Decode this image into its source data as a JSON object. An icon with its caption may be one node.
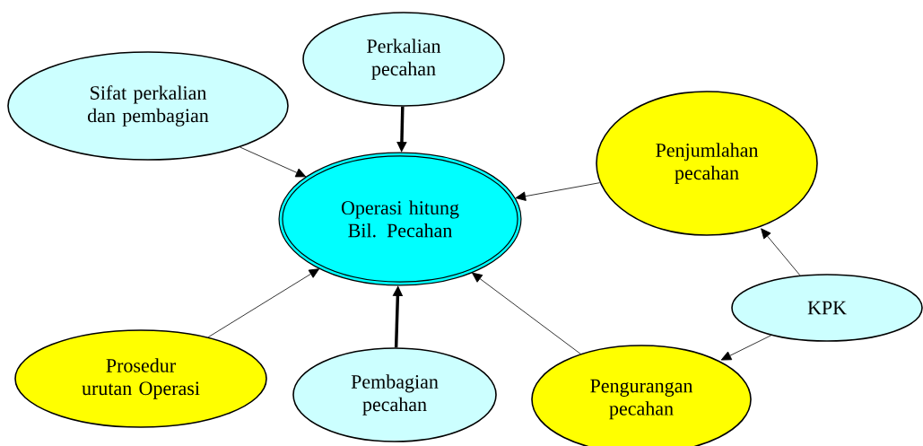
{
  "diagram": {
    "nodes": [
      {
        "text": [
          "Perkalian pecahan"
        ]
      },
      {
        "text": [
          "Sifat perkalian dan pembagian"
        ]
      },
      {
        "text": [
          "Penjumlahan pecahan"
        ]
      },
      {
        "text": [
          "Operasi hitung Bil. Pecahan"
        ]
      },
      {
        "text": [
          "KPK"
        ]
      },
      {
        "text": [
          "Prosedur urutan Operasi"
        ]
      },
      {
        "text": [
          "Pembagian pecahan"
        ]
      },
      {
        "text": [
          "Pengurangan pecahan"
        ]
      }
    ],
    "edges": [
      {
        "from": 0,
        "to": 3,
        "arrow": "to",
        "style": "thick"
      },
      {
        "from": 1,
        "to": 3,
        "arrow": "to"
      },
      {
        "from": 2,
        "to": 3,
        "arrow": "to"
      },
      {
        "from": 5,
        "to": 3,
        "arrow": "to"
      },
      {
        "from": 6,
        "to": 3,
        "arrow": "to",
        "style": "thick"
      },
      {
        "from": 7,
        "to": 3,
        "arrow": "to"
      },
      {
        "from": 4,
        "to": 2,
        "arrow": "to"
      },
      {
        "from": 4,
        "to": 7,
        "arrow": "to"
      }
    ]
  }
}
